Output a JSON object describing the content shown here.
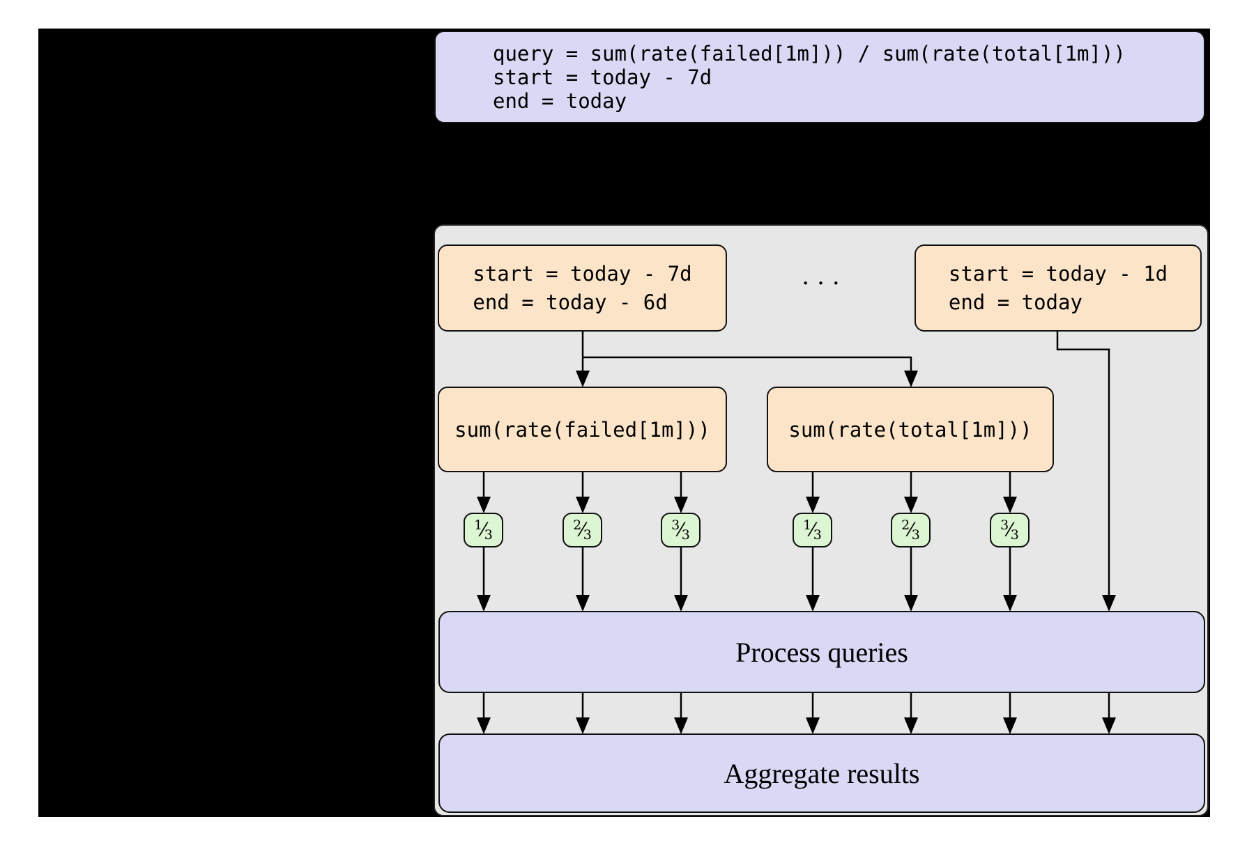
{
  "query_spec": {
    "lines": [
      "query = sum(rate(failed[1m])) / sum(rate(total[1m]))",
      "start = today - 7d",
      "end = today"
    ]
  },
  "pipeline": {
    "split_left": {
      "line1": "start = today - 7d",
      "line2": "end = today - 6d"
    },
    "split_right": {
      "line1": "start = today - 1d",
      "line2": "end = today"
    },
    "ellipsis": "...",
    "subquery_left": "sum(rate(failed[1m]))",
    "subquery_right": "sum(rate(total[1m]))",
    "fraction_slash": "⁄",
    "shards": [
      {
        "num": "1",
        "den": "3"
      },
      {
        "num": "2",
        "den": "3"
      },
      {
        "num": "3",
        "den": "3"
      },
      {
        "num": "1",
        "den": "3"
      },
      {
        "num": "2",
        "den": "3"
      },
      {
        "num": "3",
        "den": "3"
      }
    ],
    "process_label": "Process queries",
    "aggregate_label": "Aggregate results"
  },
  "colors": {
    "slide_background": "#000000",
    "panel_gray": "#e7e7e7",
    "lavender": "#d9d8f5",
    "peach": "#fce4c8",
    "green": "#dcf5d2",
    "line_black": "#000000"
  }
}
